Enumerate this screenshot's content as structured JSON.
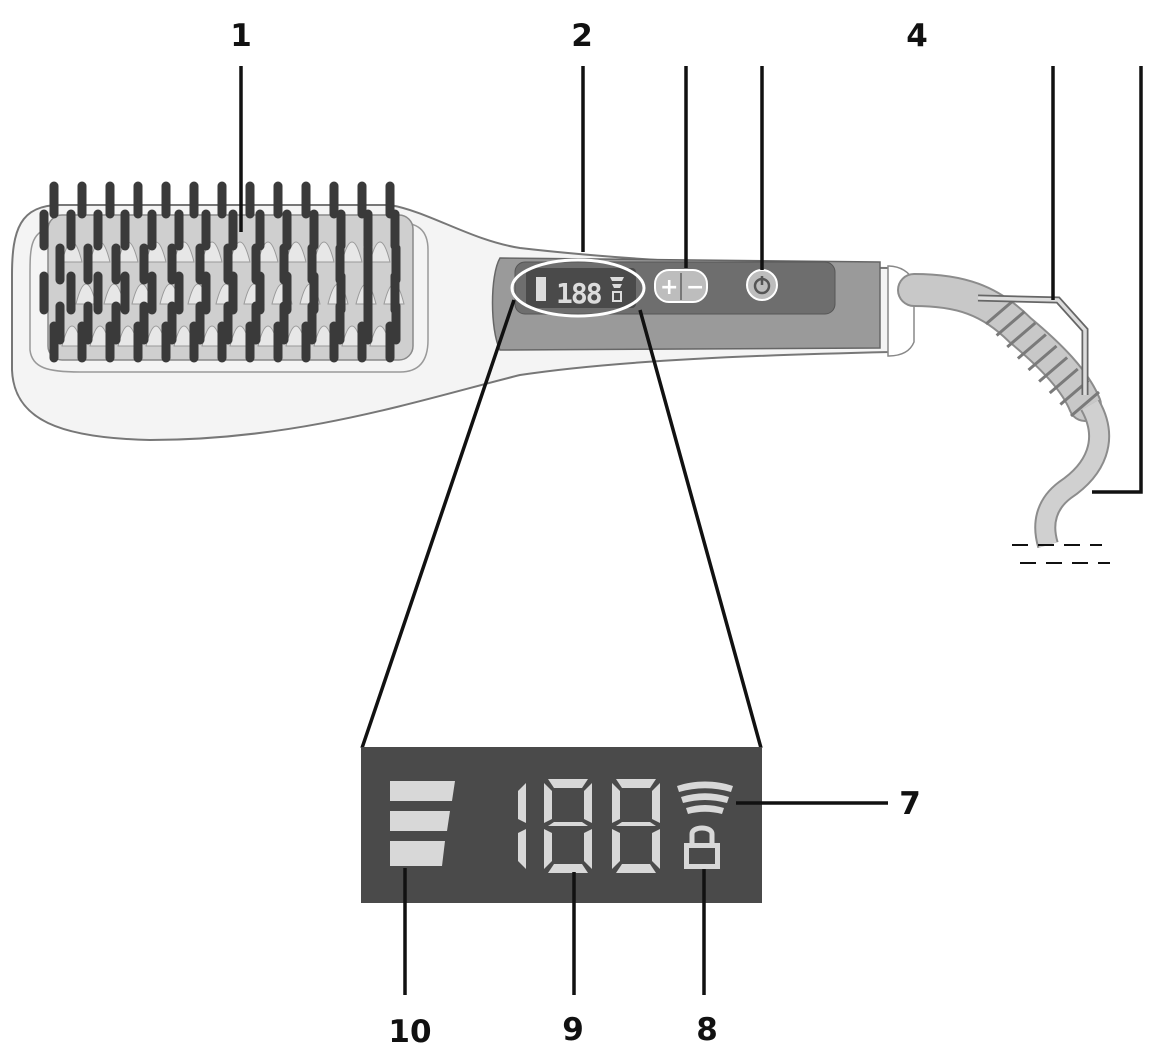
{
  "callouts": {
    "c1": "1",
    "c2": "2",
    "c4": "4",
    "c7": "7",
    "c8": "8",
    "c9": "9",
    "c10": "10"
  },
  "display": {
    "digits": "188"
  },
  "icons": {
    "temperature_bar": "temperature-level-bar-icon",
    "ionic": "ionic-waves-icon",
    "lock": "lock-icon",
    "temp_buttons": "plus-minus-button-icon",
    "power": "power-icon"
  },
  "colors": {
    "lcd_background": "#4a4a4a",
    "lcd_segments": "#d8d8d8",
    "panel": "#707070",
    "body": "#f3f3f3",
    "bristles": "#3a3a3a",
    "ink": "#111111"
  }
}
